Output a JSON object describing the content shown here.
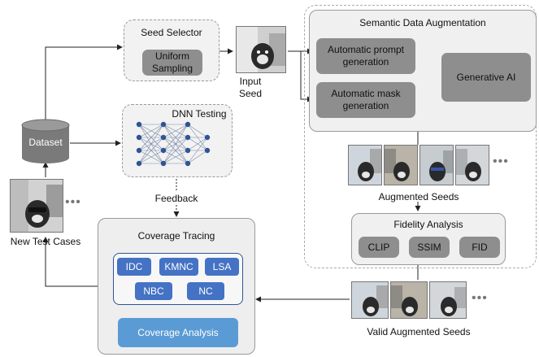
{
  "seed_selector": {
    "title": "Seed Selector",
    "method": "Uniform Sampling"
  },
  "input_seed": {
    "label_line1": "Input",
    "label_line2": "Seed"
  },
  "dataset": {
    "label": "Dataset"
  },
  "dnn_testing": {
    "title": "DNN Testing"
  },
  "feedback": {
    "label": "Feedback"
  },
  "new_test_cases": {
    "label": "New Test Cases",
    "more": "•••"
  },
  "semantic_aug": {
    "title": "Semantic Data Augmentation",
    "prompt_gen": "Automatic prompt generation",
    "mask_gen": "Automatic mask generation",
    "gen_ai": "Generative AI"
  },
  "augmented_seeds": {
    "label": "Augmented Seeds",
    "more": "•••"
  },
  "fidelity": {
    "title": "Fidelity Analysis",
    "metrics": [
      "CLIP",
      "SSIM",
      "FID"
    ]
  },
  "valid_seeds": {
    "label": "Valid Augmented Seeds",
    "more": "•••"
  },
  "coverage": {
    "title": "Coverage Tracing",
    "criteria": [
      "IDC",
      "KMNC",
      "LSA",
      "NBC",
      "NC"
    ],
    "analysis": "Coverage Analysis"
  },
  "colors": {
    "criteria_blue": "#4472c4",
    "analysis_blue": "#5b9bd5",
    "gray_button": "#8e8e8e"
  }
}
